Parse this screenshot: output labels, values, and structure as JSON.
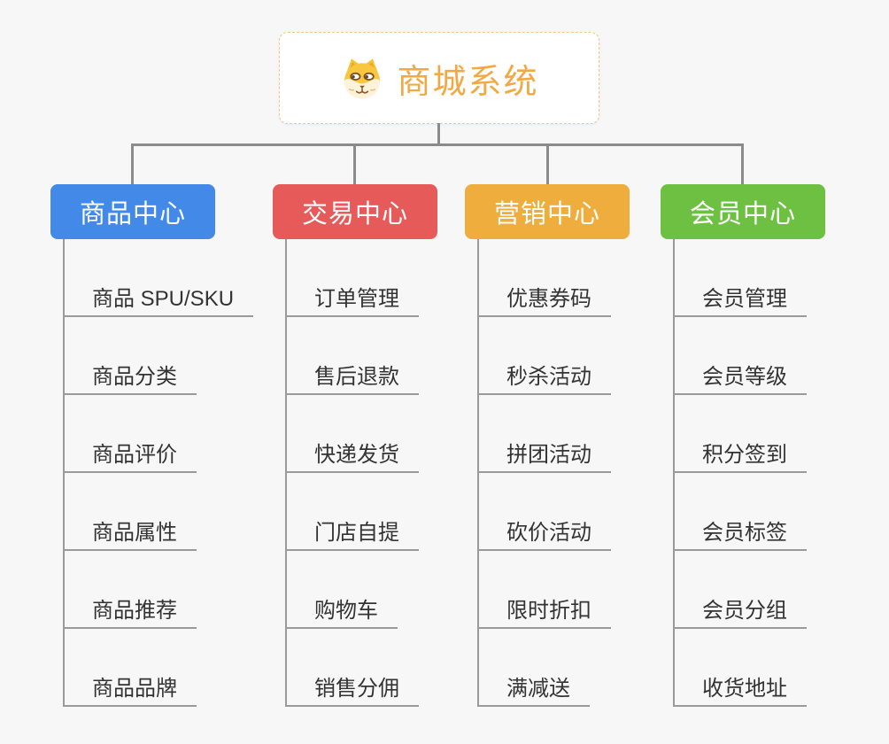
{
  "root": {
    "title": "商城系统",
    "icon": "dog-face-icon"
  },
  "branches": [
    {
      "label": "商品中心",
      "color": "#4289E8",
      "items": [
        "商品 SPU/SKU",
        "商品分类",
        "商品评价",
        "商品属性",
        "商品推荐",
        "商品品牌"
      ]
    },
    {
      "label": "交易中心",
      "color": "#E65A5A",
      "items": [
        "订单管理",
        "售后退款",
        "快递发货",
        "门店自提",
        "购物车",
        "销售分佣"
      ]
    },
    {
      "label": "营销中心",
      "color": "#EFAD3D",
      "items": [
        "优惠券码",
        "秒杀活动",
        "拼团活动",
        "砍价活动",
        "限时折扣",
        "满减送"
      ]
    },
    {
      "label": "会员中心",
      "color": "#6EC043",
      "items": [
        "会员管理",
        "会员等级",
        "积分签到",
        "会员标签",
        "会员分组",
        "收货地址"
      ]
    }
  ],
  "theme": {
    "background": "#F7F7F7",
    "connector_color": "#8B8B8B",
    "underline_color": "#9A9A9A",
    "item_text_color": "#333333",
    "root_text_color": "#F2A944",
    "root_border_color": "#F2C58A"
  }
}
